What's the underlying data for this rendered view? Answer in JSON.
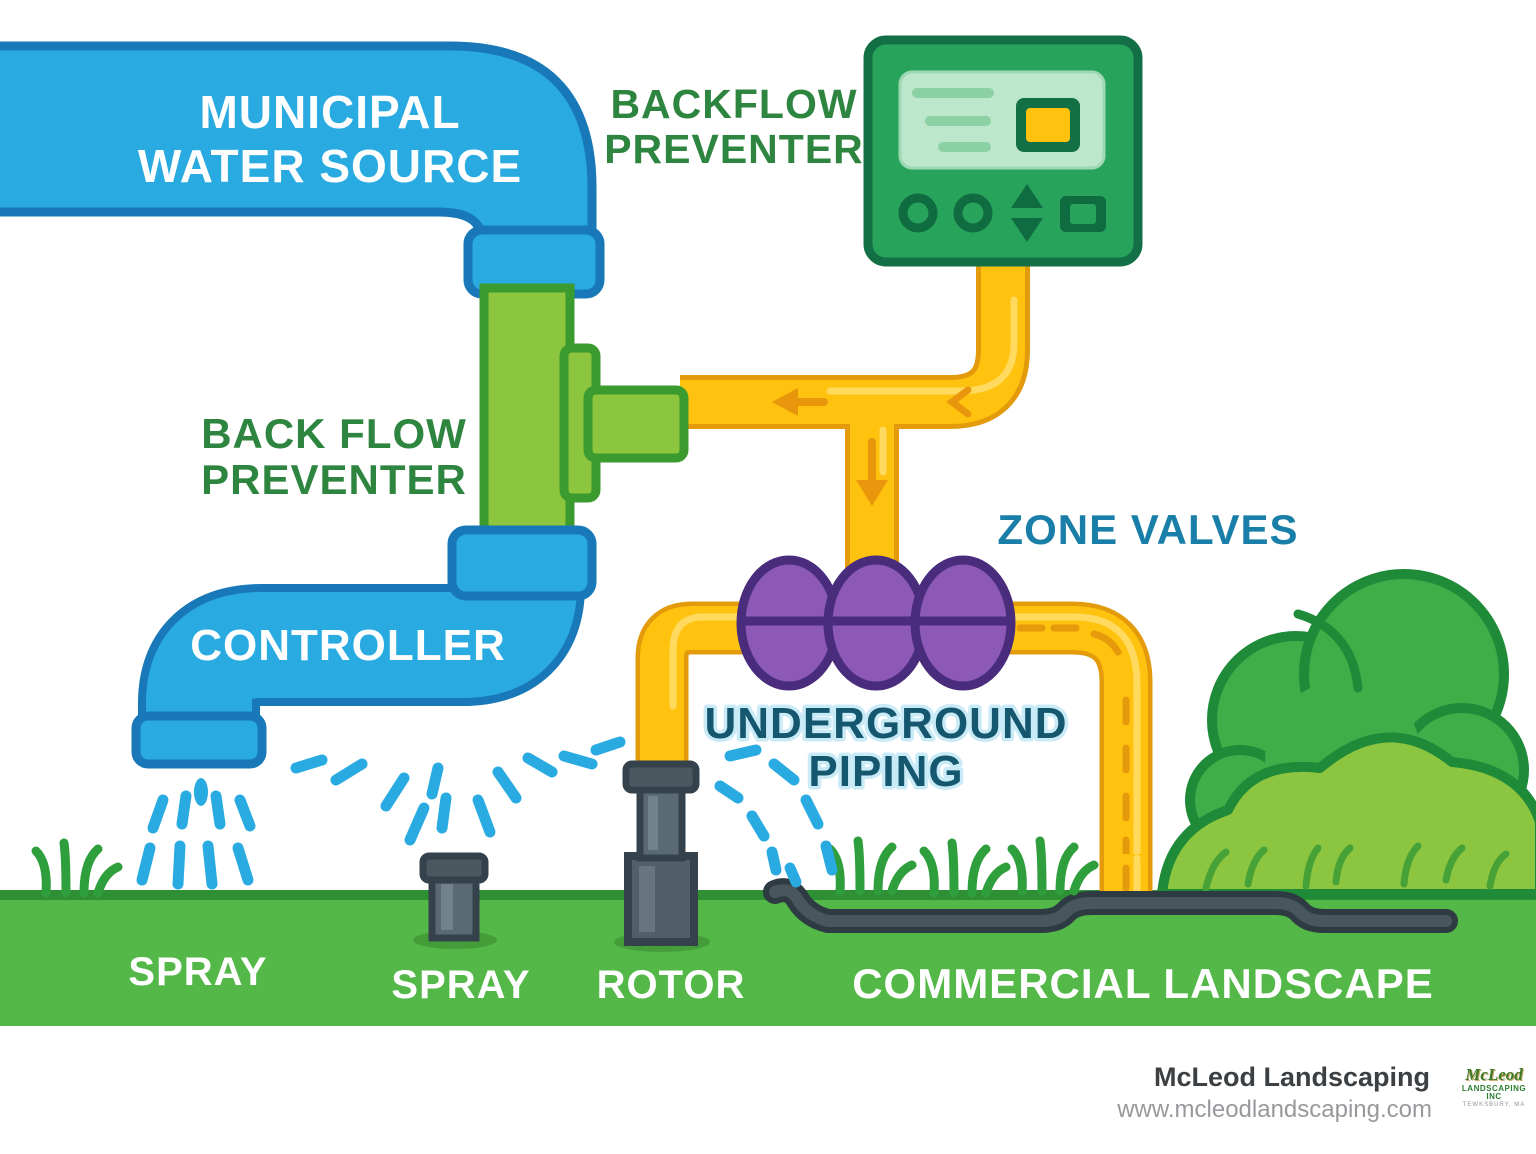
{
  "labels": {
    "municipal_line1": "MUNICIPAL",
    "municipal_line2": "WATER SOURCE",
    "backflow_top_line1": "BACKFLOW",
    "backflow_top_line2": "PREVENTER",
    "backflow_mid_line1": "BACK FLOW",
    "backflow_mid_line2": "PREVENTER",
    "controller": "CONTROLLER",
    "zone_valves": "ZONE VALVES",
    "underground_line1": "UNDERGROUND",
    "underground_line2": "PIPING",
    "spray_left": "SPRAY",
    "spray_center": "SPRAY",
    "rotor": "ROTOR",
    "commercial_landscape": "COMMERCIAL LANDSCAPE"
  },
  "footer": {
    "company_name": "McLeod Landscaping",
    "website": "www.mcleodlandscaping.com",
    "logo_name": "McLeod",
    "logo_subtitle": "LANDSCAPING INC",
    "logo_city": "TEWKSBURY, MA"
  },
  "colors": {
    "water_blue": "#29ABE2",
    "pipe_blue_outline": "#1878B8",
    "pipe_green": "#8CC63F",
    "pipe_green_outline": "#3C9B2F",
    "pipe_yellow": "#FFC20E",
    "pipe_yellow_outline": "#E39B0C",
    "pipe_yellow_dash": "#E59A0B",
    "valve_purple": "#8C59B6",
    "valve_purple_outline": "#4A2C7C",
    "controller_green": "#28A35C",
    "controller_green_dark": "#136F45",
    "grass_green": "#53B848",
    "grass_edge": "#2F8F35",
    "bush_green": "#3FAE49",
    "hedge_green": "#8CC53F",
    "bush_outline": "#1F8A38",
    "label_green": "#2E8540",
    "label_teal": "#1A7FA8",
    "label_dark_teal": "#15576E",
    "underground_pipe_dark": "#2E3B42",
    "sprinkler_gray": "#5A6A74"
  }
}
